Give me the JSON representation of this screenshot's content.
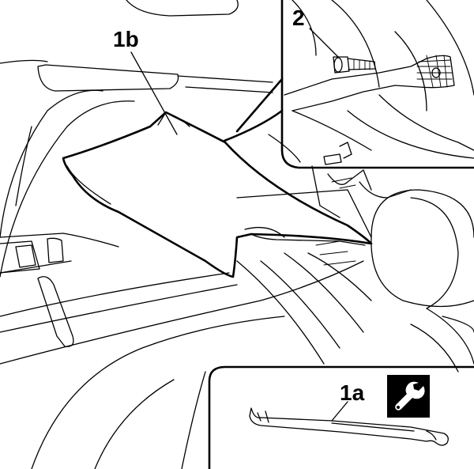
{
  "callouts": {
    "panel": "1b",
    "screw": "2",
    "tool": "1a"
  },
  "icons": {
    "tool_badge": "wrench-icon"
  },
  "colors": {
    "ink": "#000000",
    "paper": "#ffffff"
  }
}
